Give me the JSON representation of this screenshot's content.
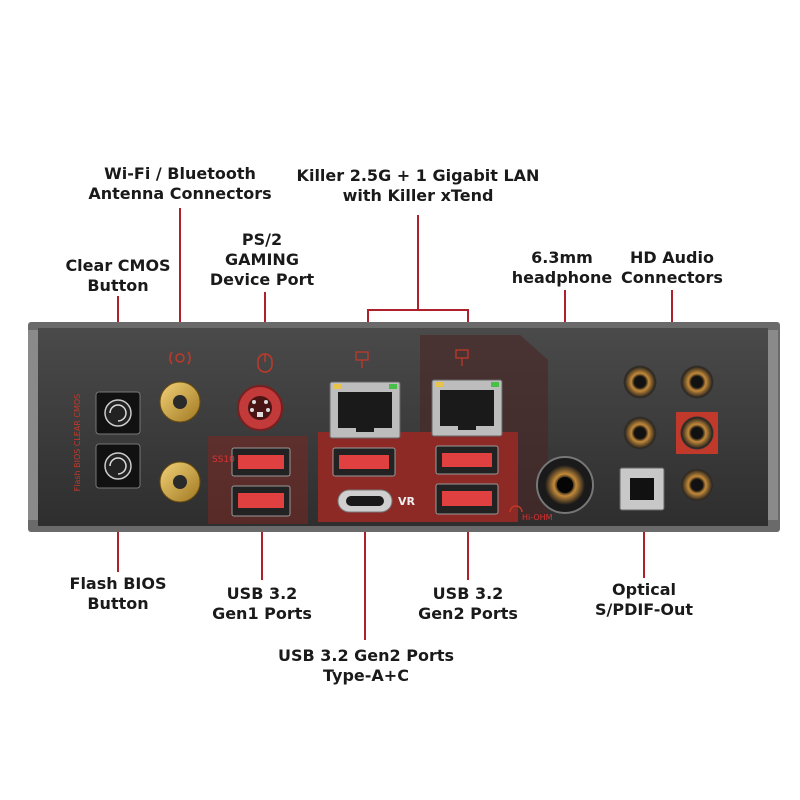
{
  "labels": {
    "wifi": [
      "Wi-Fi / Bluetooth",
      "Antenna Connectors"
    ],
    "lan": [
      "Killer 2.5G + 1 Gigabit LAN",
      "with Killer xTend"
    ],
    "ps2": [
      "PS/2",
      "GAMING",
      "Device Port"
    ],
    "cmos": [
      "Clear CMOS",
      "Button"
    ],
    "headphone": [
      "6.3mm",
      "headphone"
    ],
    "hdaudio": [
      "HD Audio",
      "Connectors"
    ],
    "flash": [
      "Flash BIOS",
      "Button"
    ],
    "usbgen1": [
      "USB 3.2",
      "Gen1 Ports"
    ],
    "usbgen2": [
      "USB 3.2",
      "Gen2 Ports"
    ],
    "usbac": [
      "USB 3.2 Gen2 Ports",
      "Type-A+C"
    ],
    "optical": [
      "Optical",
      "S/PDIF-Out"
    ]
  },
  "panel_marks": {
    "clear_cmos": "CLEAR CMOS",
    "flash_bios": "Flash BIOS",
    "ss10": "SS10",
    "vr": "VR",
    "hi_ohm": "Hi-OHM"
  },
  "colors": {
    "callout_line": "#b0202a",
    "panel": "#3a3a3a",
    "accent_red": "#c0392b"
  }
}
